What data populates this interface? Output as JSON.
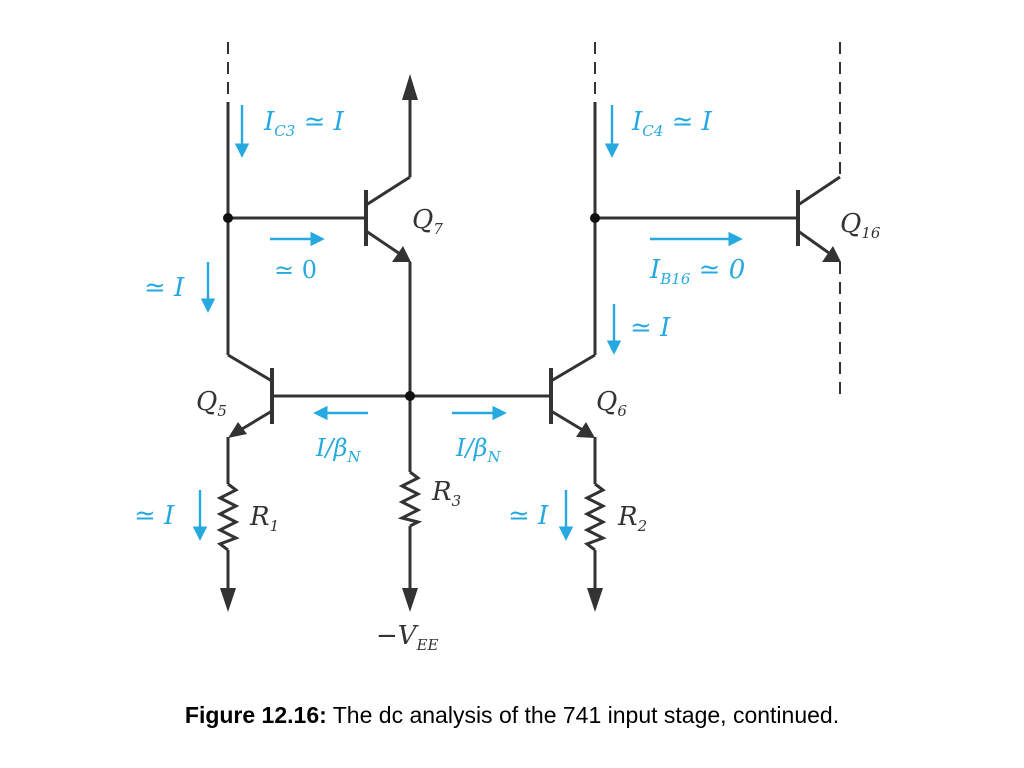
{
  "colors": {
    "wire": "#333333",
    "current": "#25a9e0"
  },
  "labels": {
    "ic3": {
      "main": "I",
      "sub": "C3",
      "rest": " ≃ I"
    },
    "ic4": {
      "main": "I",
      "sub": "C4",
      "rest": " ≃ I"
    },
    "q7": {
      "main": "Q",
      "sub": "7"
    },
    "q16": {
      "main": "Q",
      "sub": "16"
    },
    "q5": {
      "main": "Q",
      "sub": "5"
    },
    "q6": {
      "main": "Q",
      "sub": "6"
    },
    "approx_zero_q7": "≃ 0",
    "ib16": {
      "main": "I",
      "sub": "B16",
      "rest": " ≃ 0"
    },
    "approx_i_left": "≃ I",
    "approx_i_q6": "≃ I",
    "approx_i_r1": "≃ I",
    "approx_i_r2": "≃ I",
    "i_beta_left": {
      "main": "I/β",
      "sub": "N"
    },
    "i_beta_right": {
      "main": "I/β",
      "sub": "N"
    },
    "r1": {
      "main": "R",
      "sub": "1"
    },
    "r2": {
      "main": "R",
      "sub": "2"
    },
    "r3": {
      "main": "R",
      "sub": "3"
    },
    "vee": {
      "main": "−V",
      "sub": "EE"
    }
  },
  "caption": {
    "bold": "Figure 12.16:",
    "text": " The dc analysis of the 741 input stage, continued."
  }
}
